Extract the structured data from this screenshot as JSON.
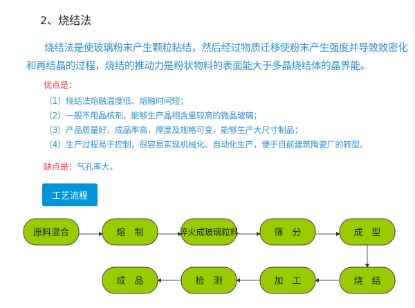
{
  "heading": "2、烧结法",
  "intro": {
    "line1": "烧结法是使玻璃粉末产生颗粒粘结，然后经过物质迁移使粉末产生强度并导致致密化",
    "line2": "和再结晶的过程，烧结的推动力是粉状物料的表面能大于多晶烧结体的晶界能。"
  },
  "advantages": {
    "label": "优点是：",
    "items": [
      "（1）烧结法熔融温度低、熔融时间短；",
      "（2）一般不用晶核剂，能够生产晶相含量较高的微晶玻璃；",
      "（3）产品质量好，成品率高，厚度及规格可变，能够生产大尺寸制品；",
      "（4）生产过程易于控制，很容易实现机械化、自动化生产，便于目前建筑陶瓷厂的转型。"
    ]
  },
  "disadvantage": {
    "label": "缺点是：",
    "text": "气孔率大。"
  },
  "process_button": "工艺流程",
  "flow": {
    "steps": [
      "原料混合",
      "熔　制",
      "淬火成玻璃粒料",
      "筛　分",
      "成　型",
      "烧　结",
      "加　工",
      "检　测",
      "成　品"
    ]
  },
  "colors": {
    "node": "#99cc00",
    "button": "#0095d9",
    "text": "#2b8fd3",
    "red": "#ff3333"
  }
}
